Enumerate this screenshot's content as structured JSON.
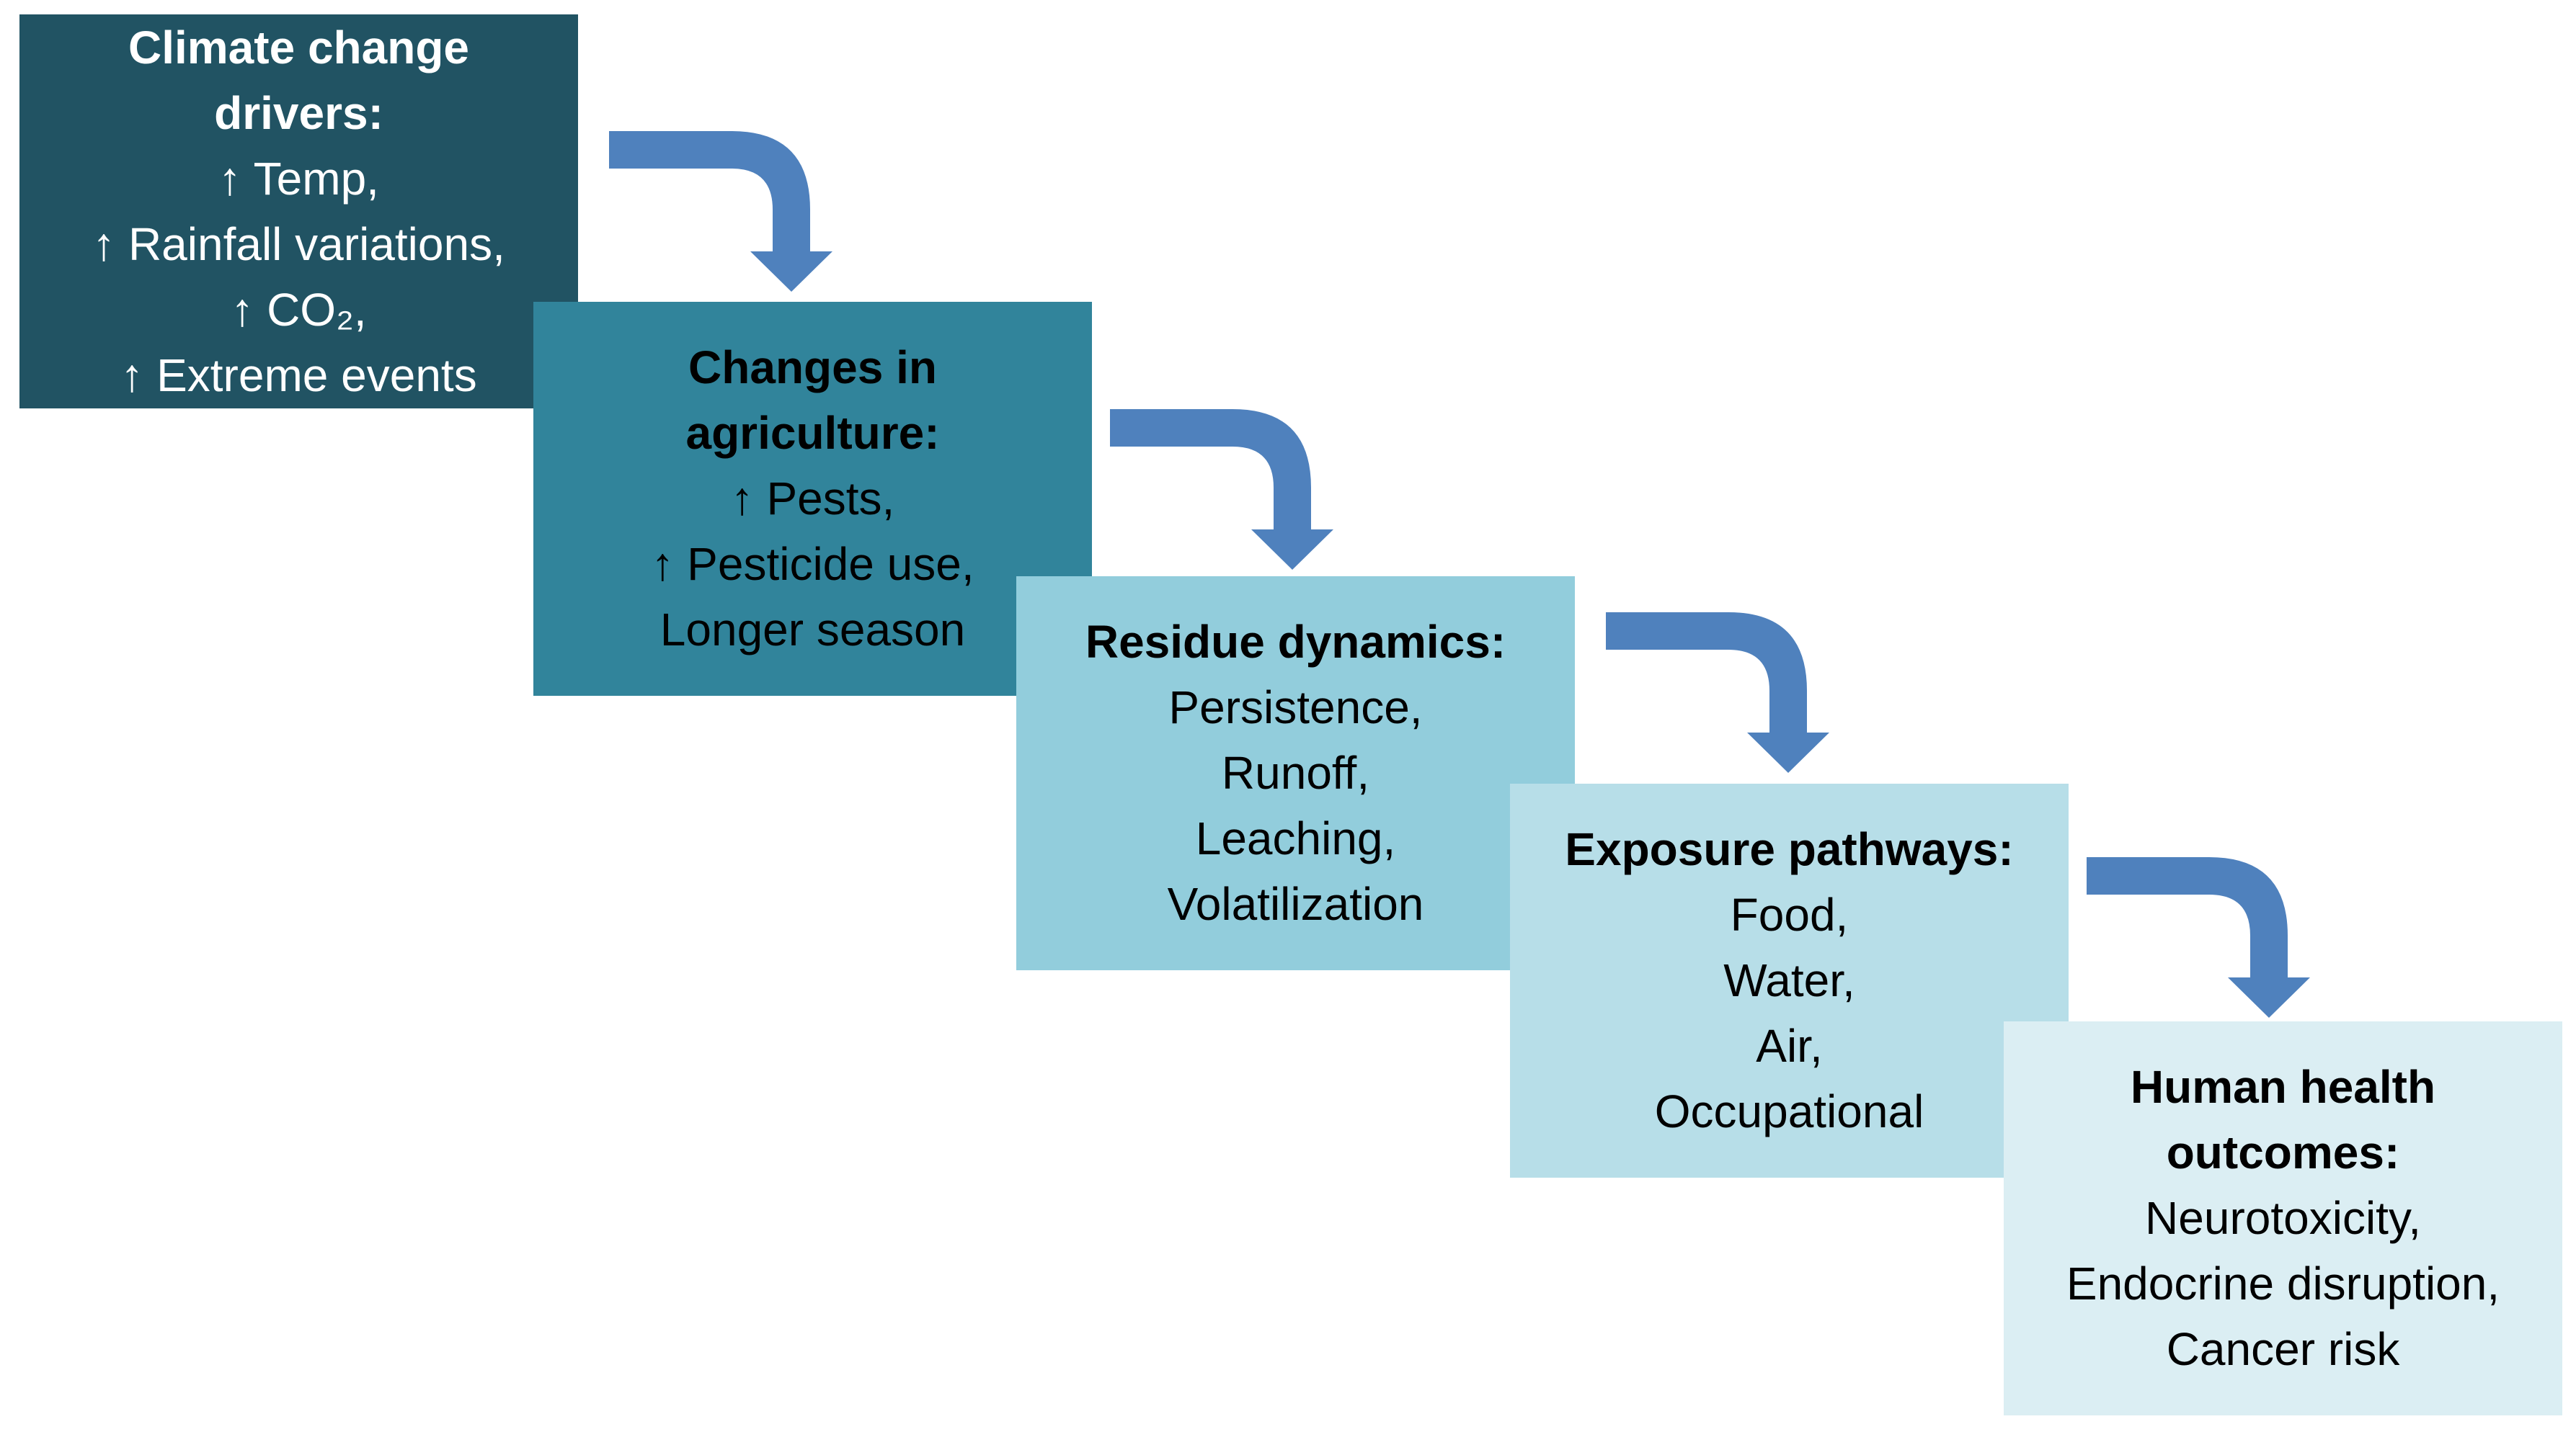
{
  "colors": {
    "box_1": "#215363",
    "box_2": "#31849b",
    "box_3": "#92cddc",
    "box_4": "#b7dee8",
    "box_5": "#dbeef3",
    "text_light": "#ffffff",
    "text_dark": "#000000",
    "arrow": "#4f81bd"
  },
  "boxes": {
    "drivers": {
      "title": [
        "Climate change",
        "drivers:"
      ],
      "lines": [
        "↑ Temp,",
        "↑ Rainfall variations,",
        "↑ CO₂,",
        "↑ Extreme events"
      ]
    },
    "agriculture": {
      "title": [
        "Changes in",
        "agriculture:"
      ],
      "lines": [
        "↑ Pests,",
        "↑ Pesticide use,",
        "Longer season"
      ]
    },
    "residue": {
      "title": [
        "Residue dynamics:"
      ],
      "lines": [
        "Persistence,",
        "Runoff,",
        "Leaching,",
        "Volatilization"
      ]
    },
    "exposure": {
      "title": [
        "Exposure pathways:"
      ],
      "lines": [
        "Food,",
        "Water,",
        "Air,",
        "Occupational"
      ]
    },
    "health": {
      "title": [
        "Human health",
        "outcomes:"
      ],
      "lines": [
        "Neurotoxicity,",
        "Endocrine disruption,",
        "Cancer risk"
      ]
    },
    "icons": {
      "arrows": "curved-down-arrow"
    }
  }
}
